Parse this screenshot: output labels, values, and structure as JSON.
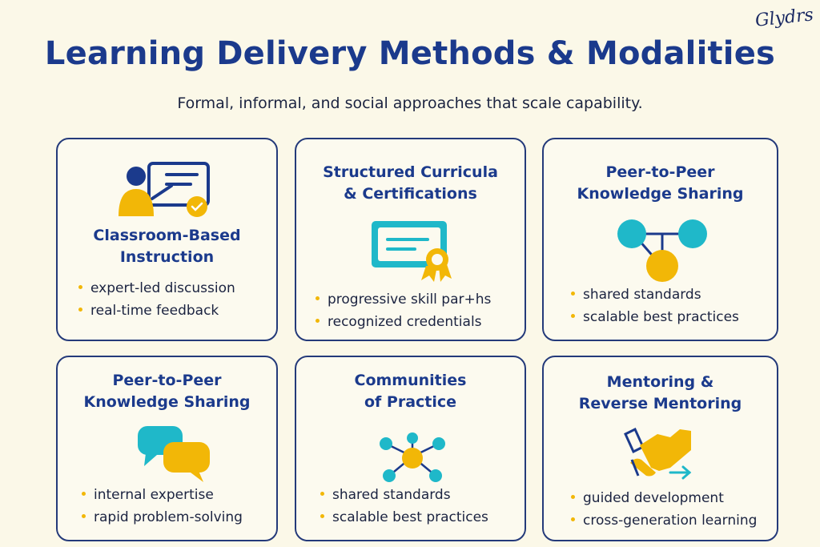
{
  "logo_text": "Glydrs",
  "title": "Learning Delivery Methods & Modalities",
  "subtitle": "Formal, informal, and social approaches that scale capability.",
  "colors": {
    "navy": "#1b3a8c",
    "gold": "#f2b707",
    "teal": "#1fb8c9",
    "background": "#fbf8e8"
  },
  "cards": [
    {
      "title_lines": [
        "Classroom-Based",
        "Instruction"
      ],
      "icon": "teacher-whiteboard-icon",
      "bullets": [
        "expert-led discussion",
        "real-time feedback"
      ]
    },
    {
      "title_lines": [
        "Structured Curricula",
        "& Certifications"
      ],
      "icon": "certificate-icon",
      "bullets": [
        "progressive skill par+hs",
        "recognized credentials"
      ]
    },
    {
      "title_lines": [
        "Peer-to-Peer",
        "Knowledge Sharing"
      ],
      "icon": "network-nodes-icon",
      "bullets": [
        "shared standards",
        "scalable best practices"
      ]
    },
    {
      "title_lines": [
        "Peer-to-Peer",
        "Knowledge Sharing"
      ],
      "icon": "chat-bubbles-icon",
      "bullets": [
        "internal expertise",
        "rapid problem-solving"
      ]
    },
    {
      "title_lines": [
        "Communities",
        "of Practice"
      ],
      "icon": "hub-network-icon",
      "bullets": [
        "shared standards",
        "scalable best practices"
      ]
    },
    {
      "title_lines": [
        "Mentoring &",
        "Reverse Mentoring"
      ],
      "icon": "handshake-icon",
      "bullets": [
        "guided development",
        "cross-generation learning"
      ]
    }
  ]
}
